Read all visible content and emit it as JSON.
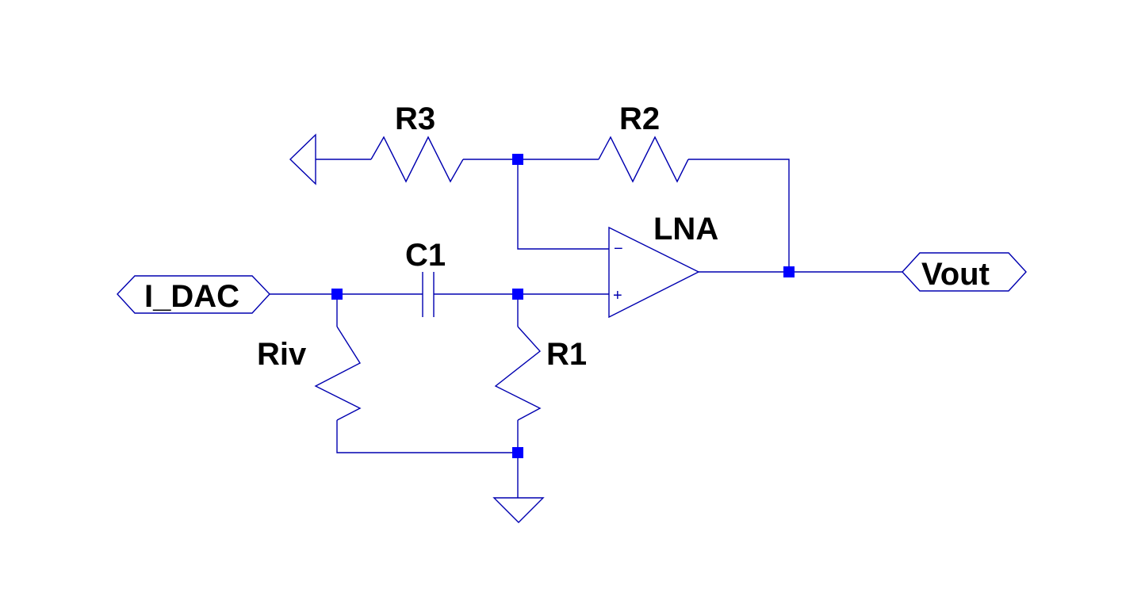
{
  "schematic": {
    "components": {
      "r3": "R3",
      "r2": "R2",
      "c1": "C1",
      "lna": "LNA",
      "riv": "Riv",
      "r1": "R1"
    },
    "ports": {
      "input": "I_DAC",
      "output": "Vout"
    },
    "opamp_pins": {
      "inverting": "−",
      "noninverting": "+"
    },
    "colors": {
      "wire": "#0000b0",
      "node": "#0000ff",
      "label": "#000000",
      "background": "#ffffff"
    }
  }
}
